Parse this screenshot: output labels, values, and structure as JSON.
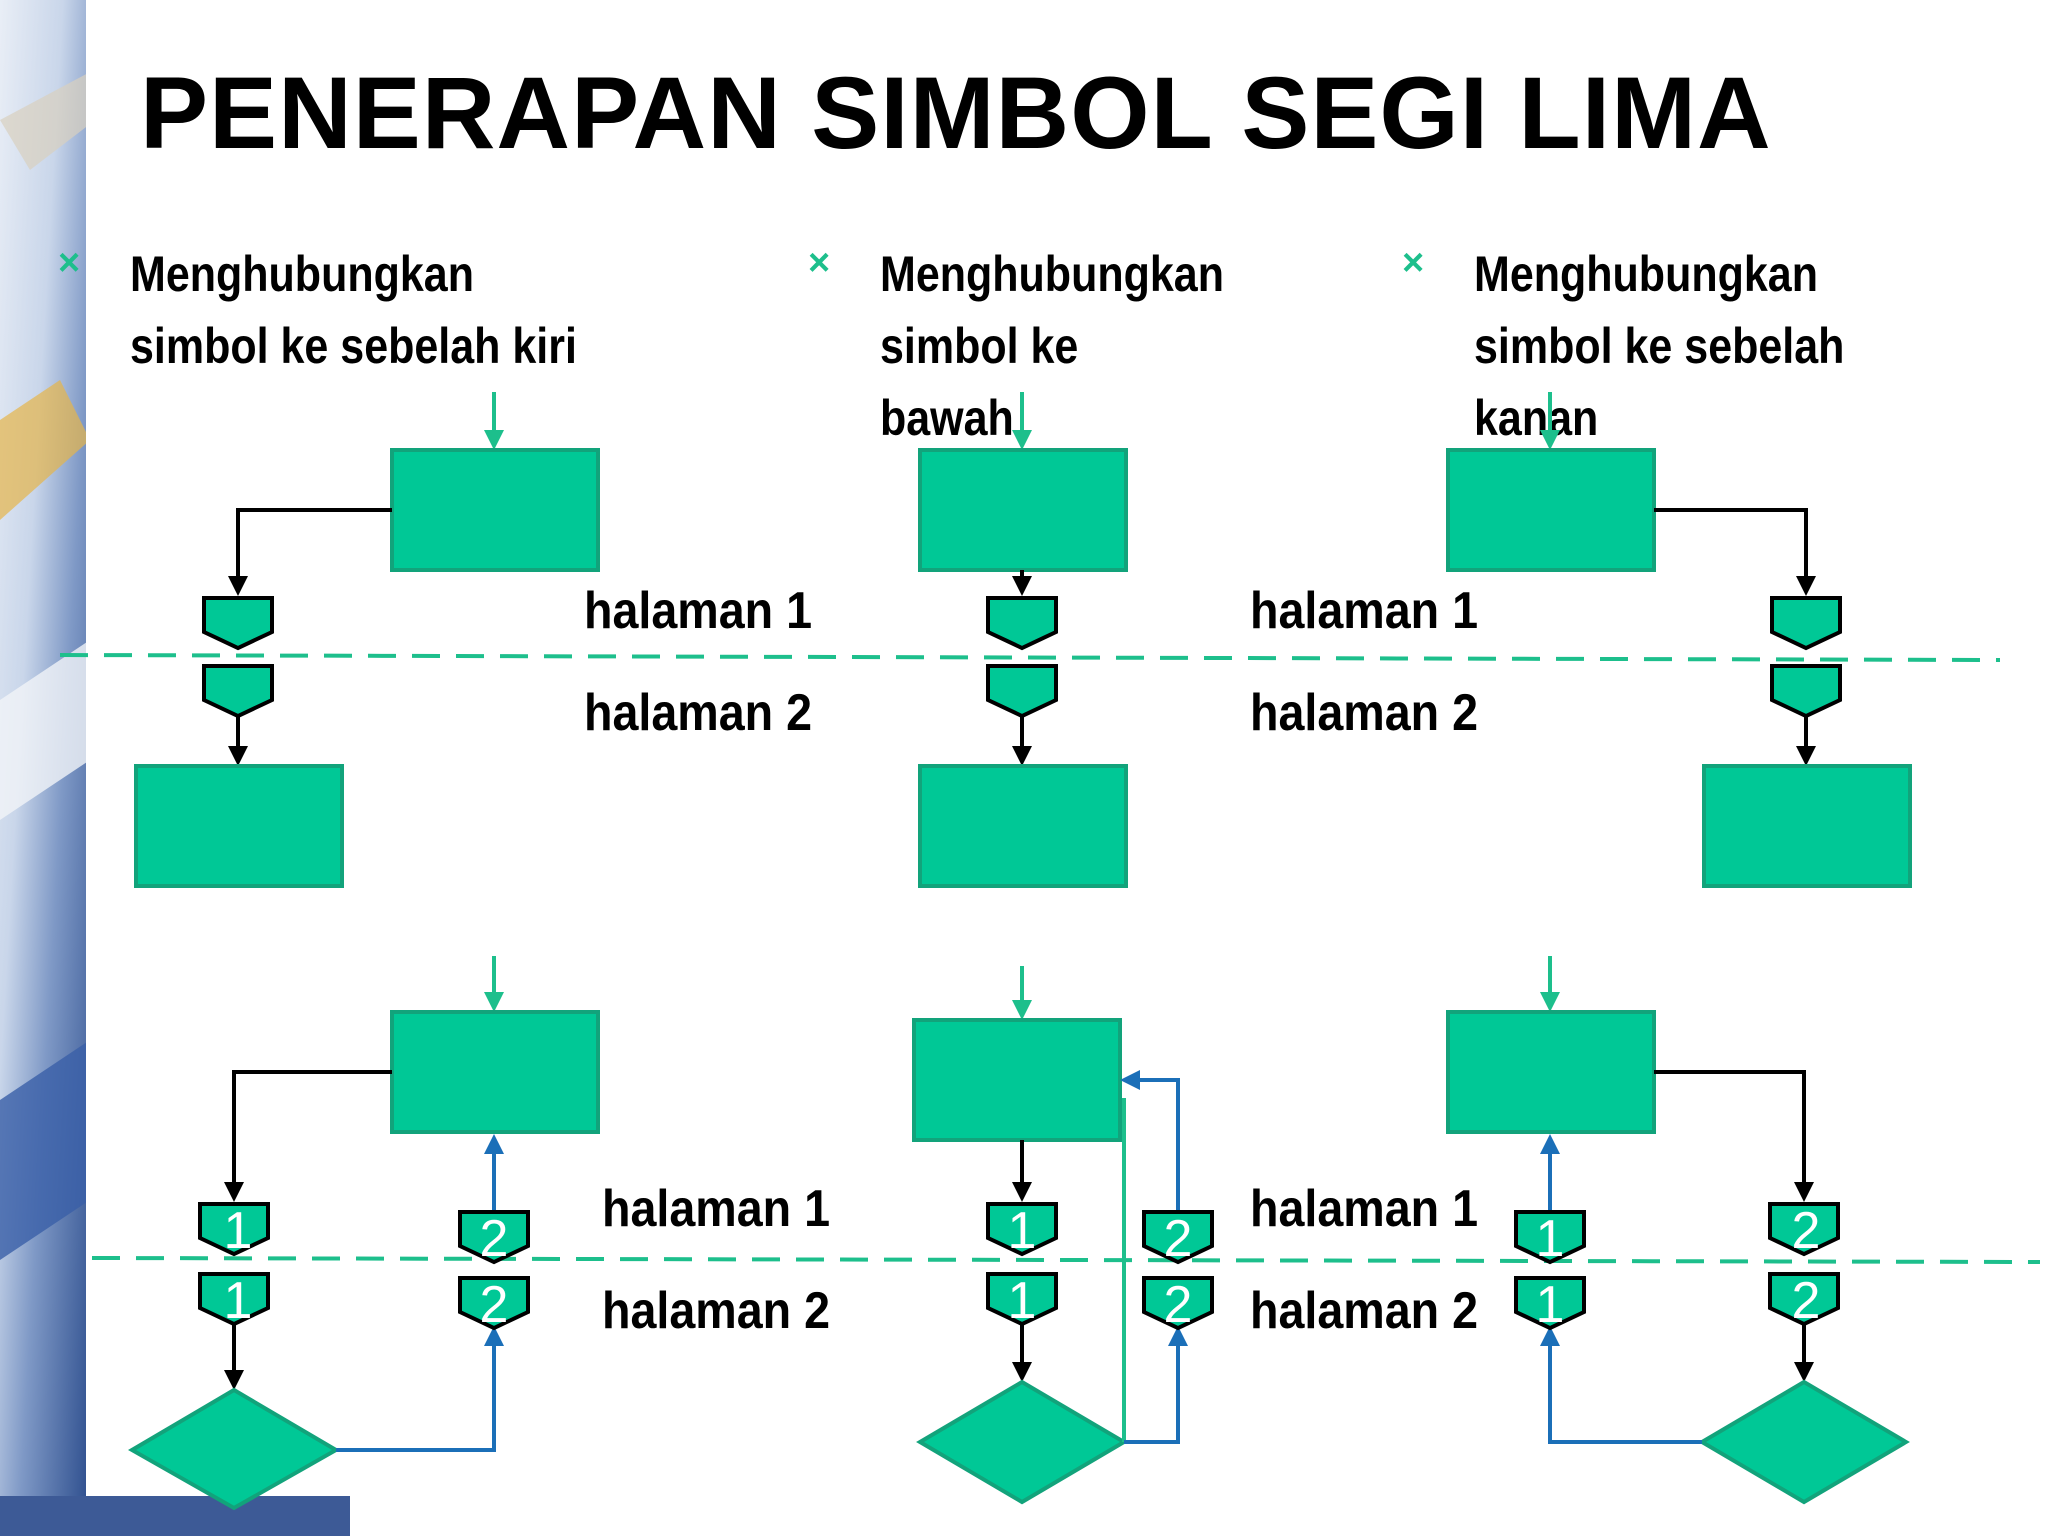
{
  "title": "PENERAPAN SIMBOL SEGI LIMA",
  "bullets": [
    {
      "icon": "cross-bullet-icon",
      "text": "Menghubungkan simbol ke sebelah kiri"
    },
    {
      "icon": "cross-bullet-icon",
      "text": "Menghubungkan simbol ke bawah"
    },
    {
      "icon": "cross-bullet-icon",
      "text": "Menghubungkan simbol ke sebelah kanan"
    }
  ],
  "bullet_mark": "×",
  "page_labels": {
    "page1": "halaman 1",
    "page2": "halaman 2"
  },
  "connector_numbers": [
    "1",
    "2"
  ],
  "colors": {
    "shape_fill": "#00c896",
    "shape_stroke": "#12a37b",
    "entry_arrow": "#1dbf8c",
    "flow_line": "#000000",
    "return_line": "#1b6fb8",
    "page_divider": "#1dbf8c"
  }
}
